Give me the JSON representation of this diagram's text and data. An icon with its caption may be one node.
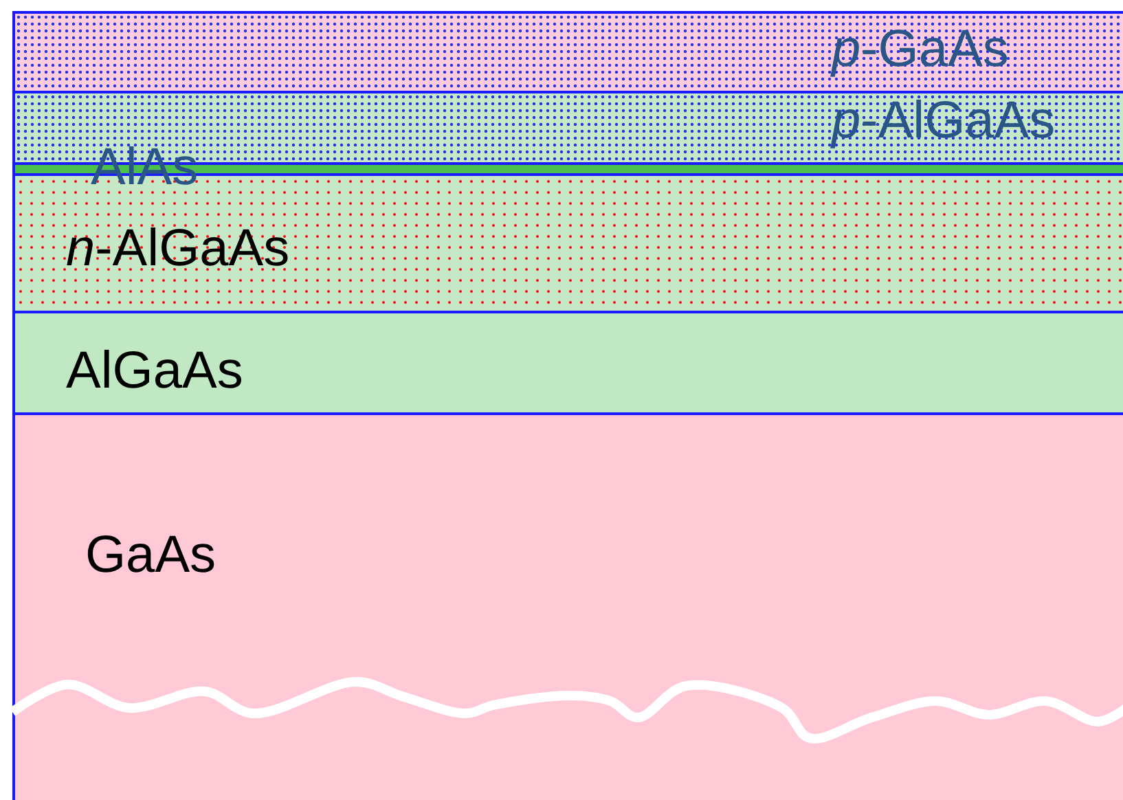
{
  "diagram": {
    "nodes": [
      {
        "text": [
          "*p*-GaAs"
        ]
      },
      {
        "text": [
          "*p*-AlGaAs"
        ]
      },
      {
        "text": [
          "AlAs"
        ]
      },
      {
        "text": [
          "*n*-AlGaAs"
        ]
      },
      {
        "text": [
          "AlGaAs"
        ]
      },
      {
        "text": [
          "GaAs"
        ]
      }
    ]
  }
}
